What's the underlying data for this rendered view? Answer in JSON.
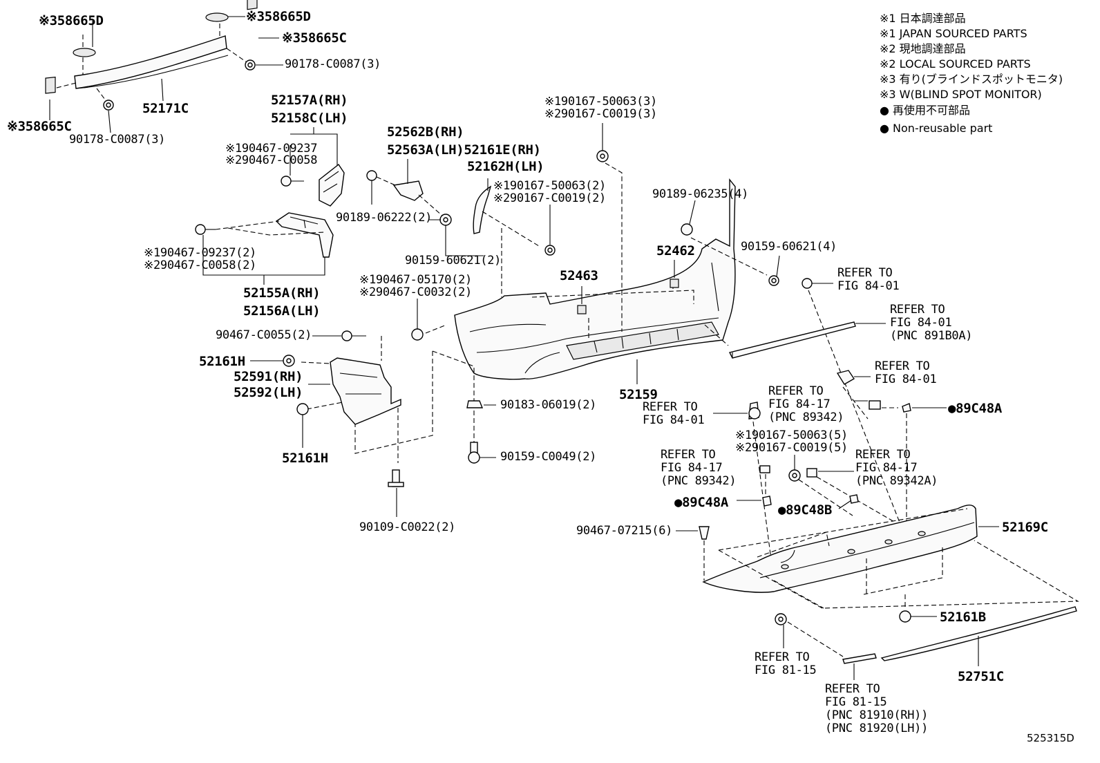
{
  "legend": [
    "※1 日本調達部品",
    "※1 JAPAN SOURCED PARTS",
    "※2 現地調達部品",
    "※2 LOCAL SOURCED PARTS",
    "※3 有り(ブラインドスポットモニタ)",
    "※3 W(BLIND SPOT MONITOR)",
    "● 再使用不可部品",
    "● Non-reusable part"
  ],
  "labels": {
    "l01": "※358665D",
    "l02": "※358665D",
    "l03": "※358665C",
    "l04": "90178-C0087(3)",
    "l05": "52171C",
    "l06": "※358665C",
    "l07": "90178-C0087(3)",
    "l08": "52157A(RH)",
    "l09": "52158C(LH)",
    "l10": "※190467-09237",
    "l11": "※290467-C0058",
    "l12": "※190467-09237(2)",
    "l13": "※290467-C0058(2)",
    "l14": "52155A(RH)",
    "l15": "52156A(LH)",
    "l16": "52562B(RH)",
    "l17": "52563A(LH)52161E(RH)",
    "l18": "52162H(LH)",
    "l19": "90189-06222(2)",
    "l20": "90159-60621(2)",
    "l21": "※190167-50063(2)",
    "l22": "※290167-C0019(2)",
    "l23": "※190167-50063(3)",
    "l24": "※290167-C0019(3)",
    "l25": "90189-06235(4)",
    "l26": "52462",
    "l27": "90159-60621(4)",
    "l28": "52463",
    "l29": "※190467-05170(2)",
    "l30": "※290467-C0032(2)",
    "l31": "90467-C0055(2)",
    "l32": "52161H",
    "l33": "52591(RH)",
    "l34": "52592(LH)",
    "l35": "52161H",
    "l36": "90109-C0022(2)",
    "l37": "90183-06019(2)",
    "l38": "90159-C0049(2)",
    "l39": "52159",
    "l40": "REFER TO\nFIG 84-01",
    "l41": "REFER TO\nFIG 84-01\n(PNC 891B0A)",
    "l42": "REFER TO\nFIG 84-01",
    "l43": "REFER TO\nFIG 84-17\n(PNC 89342)",
    "l44": "REFER TO\nFIG 84-01",
    "l45": "●89C48A",
    "l46": "※190167-50063(5)",
    "l47": "※290167-C0019(5)",
    "l48": "REFER TO\nFIG 84-17\n(PNC 89342)",
    "l49": "REFER TO\nFIG 84-17\n(PNC 89342A)",
    "l50": "●89C48A",
    "l51": "●89C48B",
    "l52": "90467-07215(6)",
    "l53": "52169C",
    "l54": "52161B",
    "l55": "REFER TO\nFIG 81-15",
    "l56": "REFER TO\nFIG 81-15\n(PNC 81910(RH))\n(PNC 81920(LH))",
    "l57": "52751C"
  },
  "doc_id": "525315D"
}
